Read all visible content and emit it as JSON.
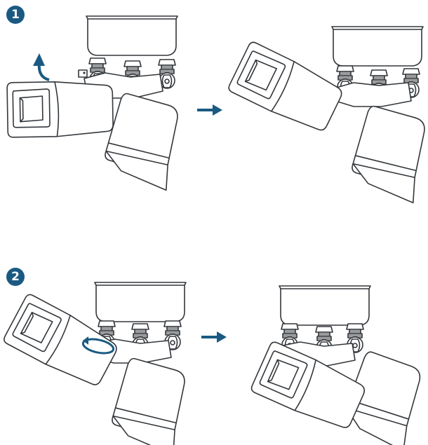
{
  "steps": [
    {
      "number": "1",
      "instruction_arrow": "tilt-camera-up-arrow"
    },
    {
      "number": "2",
      "instruction_arrow": "rotate-camera-swivel-arrow"
    }
  ],
  "colors": {
    "accent": "#1a5a82",
    "line": "#33373b",
    "background": "#ffffff"
  },
  "icons": {
    "step_result_arrow": "right-arrow-icon",
    "tilt_arrow": "curved-up-arrow-icon",
    "rotate_arrow": "rotation-ellipse-icon"
  }
}
